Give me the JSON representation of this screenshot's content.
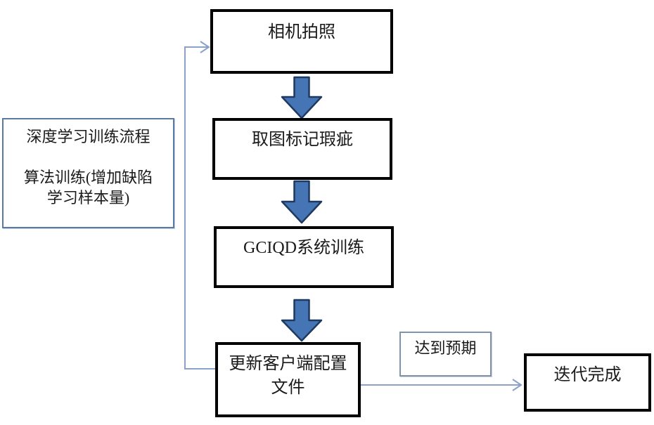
{
  "colors": {
    "canvas_bg": "#ffffff",
    "text": "#1a1a1a",
    "node_border": "#000000",
    "note_border": "#5a79a5",
    "expectation_border": "#8193a8",
    "block_arrow_fill": "#4575b5",
    "block_arrow_stroke": "#1f3a60",
    "connector": "#8aa2c8"
  },
  "nodes": {
    "camera": {
      "label": "相机拍照"
    },
    "mark_defects": {
      "label": "取图标记瑕疵"
    },
    "gciqd_training": {
      "label": "GCIQD系统训练"
    },
    "update_config": {
      "label": "更新客户端配置\n文件"
    },
    "iteration_complete": {
      "label": "迭代完成"
    }
  },
  "annotations": {
    "process_note": {
      "label": "深度学习训练流程\n\n算法训练(增加缺陷\n学习样本量)"
    },
    "expectation": {
      "label": "达到预期"
    }
  },
  "icons": {
    "down_block_arrow": "solid blue block arrow pointing down",
    "loop_arrow": "thin open-head arrow (feedback loop)",
    "flow_arrow": "thin open-head arrow (to iteration complete)"
  }
}
